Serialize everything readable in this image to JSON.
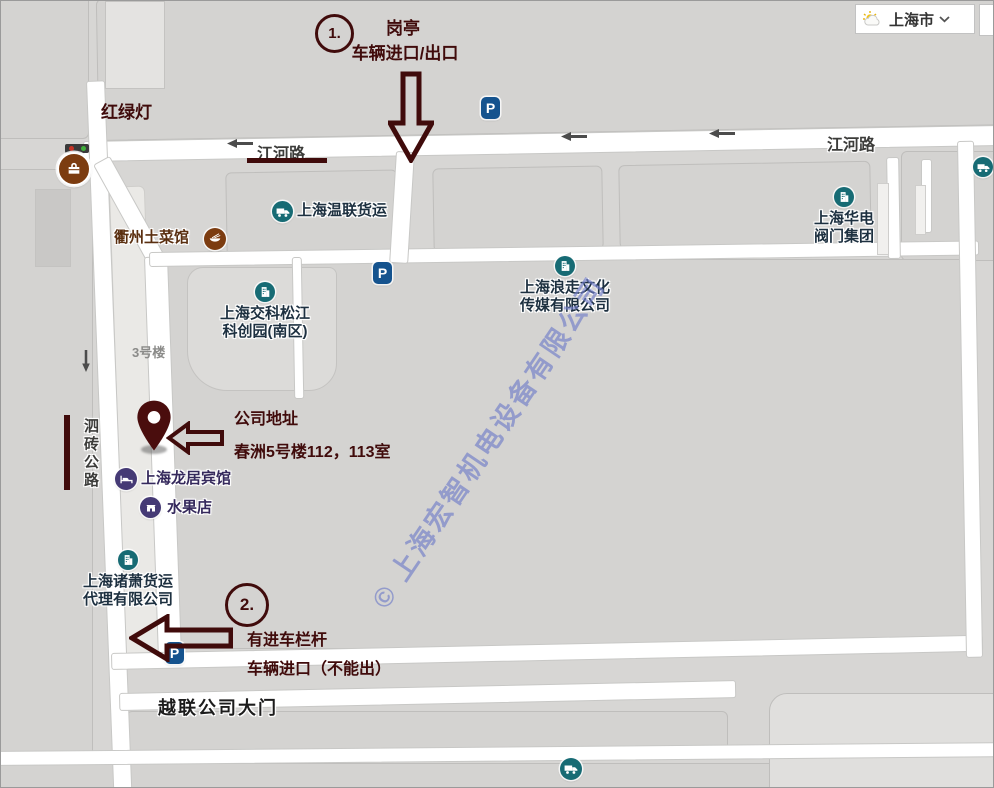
{
  "header": {
    "city": "上海市"
  },
  "watermark": {
    "text": "© 上海宏智机电设备有限公司"
  },
  "roads": {
    "jianghe_left": "江河路",
    "jianghe_right": "江河路",
    "sizhuan": "泗砖公路",
    "yuelian_gate": "越联公司大门",
    "building3": "3号楼"
  },
  "pois": {
    "wenlian": {
      "name": "上海温联货运"
    },
    "quzhou": {
      "name": "衢州土菜馆"
    },
    "jiaoke": {
      "line1": "上海交科松江",
      "line2": "科创园(南区)"
    },
    "langzou": {
      "line1": "上海浪走文化",
      "line2": "传媒有限公司"
    },
    "huadian": {
      "line1": "上海华电",
      "line2": "阀门集团"
    },
    "longju": {
      "name": "上海龙居宾馆"
    },
    "shuiguodian": {
      "name": "水果店"
    },
    "zhuxiao": {
      "line1": "上海诸萧货运",
      "line2": "代理有限公司"
    },
    "parking_label": "P"
  },
  "annotations": {
    "n1": {
      "num": "1.",
      "title": "岗亭",
      "subtitle": "车辆进口/出口"
    },
    "traffic_light": "红绿灯",
    "address": {
      "title": "公司地址",
      "detail": "春洲5号楼112，113室"
    },
    "n2": {
      "num": "2.",
      "line1": "有进车栏杆",
      "line2": "车辆进口（不能出）"
    }
  },
  "colors": {
    "annotation": "#400b0b",
    "poi_teal": "#176b74",
    "poi_blue": "#15538e",
    "poi_purple": "#453a75",
    "poi_brown": "#7c3c10",
    "watermark": "#707cc7"
  }
}
